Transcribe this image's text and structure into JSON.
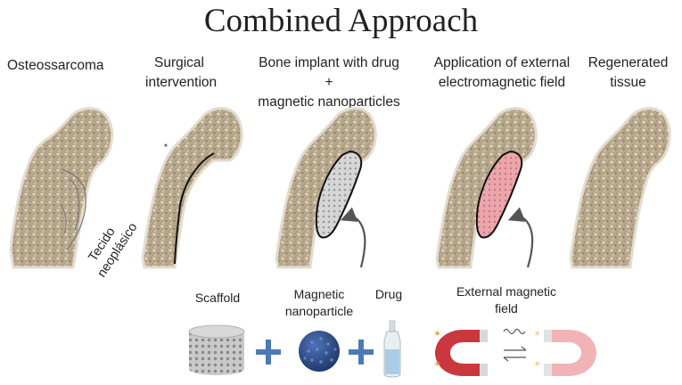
{
  "title": "Combined Approach",
  "stages": [
    {
      "line1": "Osteossarcoma",
      "line2": ""
    },
    {
      "line1": "Surgical",
      "line2": "intervention"
    },
    {
      "line1": "Bone implant with drug",
      "line2": "+",
      "line3": "magnetic nanoparticles"
    },
    {
      "line1": "Application of external",
      "line2": "electromagnetic field"
    },
    {
      "line1": "Regenerated",
      "line2": "tissue"
    }
  ],
  "tumor_label": {
    "line1": "Tecido",
    "line2": "neoplásico"
  },
  "components": {
    "scaffold": "Scaffold",
    "nanoparticle_line1": "Magnetic",
    "nanoparticle_line2": "nanoparticle",
    "drug": "Drug",
    "field_line1": "External magnetic",
    "field_line2": "field"
  },
  "plus_sign": "+",
  "colors": {
    "bone_fill": "#b9a98e",
    "bone_outline": "#e0d9cc",
    "implant_fill": "#cfcfcf",
    "heated_implant": "#e9a0a6",
    "magnet_red": "#c9383f",
    "magnet_pink": "#f1b3b6",
    "nanoparticle_blue": "#2f4f8f",
    "plus_blue": "#4b7ab7",
    "drug_blue": "#a9cde6"
  }
}
